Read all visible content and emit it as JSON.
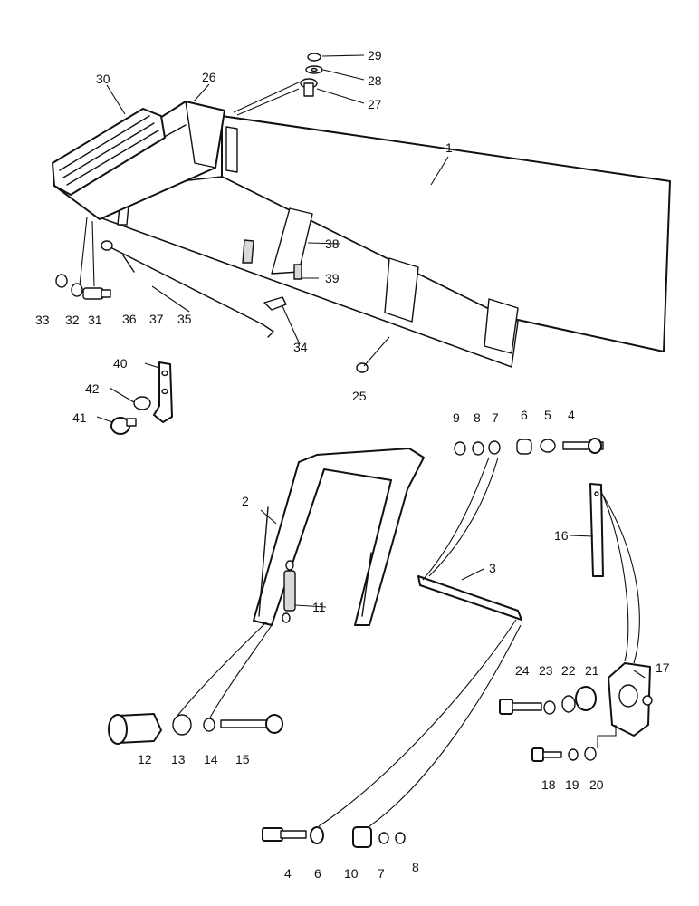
{
  "callouts": {
    "c1": "1",
    "c2": "2",
    "c3": "3",
    "c4a": "4",
    "c4b": "4",
    "c5": "5",
    "c6a": "6",
    "c6b": "6",
    "c7a": "7",
    "c7b": "7",
    "c8a": "8",
    "c8b": "8",
    "c9": "9",
    "c10": "10",
    "c11": "11",
    "c12": "12",
    "c13": "13",
    "c14": "14",
    "c15": "15",
    "c16": "16",
    "c17": "17",
    "c18": "18",
    "c19": "19",
    "c20": "20",
    "c21": "21",
    "c22": "22",
    "c23": "23",
    "c24": "24",
    "c25": "25",
    "c26": "26",
    "c27": "27",
    "c28": "28",
    "c29": "29",
    "c30": "30",
    "c31": "31",
    "c32": "32",
    "c33": "33",
    "c34": "34",
    "c35": "35",
    "c36": "36",
    "c37": "37",
    "c38": "38",
    "c39": "39",
    "c40": "40",
    "c41": "41",
    "c42": "42"
  },
  "colors": {
    "line": "#111111",
    "fill": "#ffffff",
    "shade": "#d9d9d9"
  }
}
